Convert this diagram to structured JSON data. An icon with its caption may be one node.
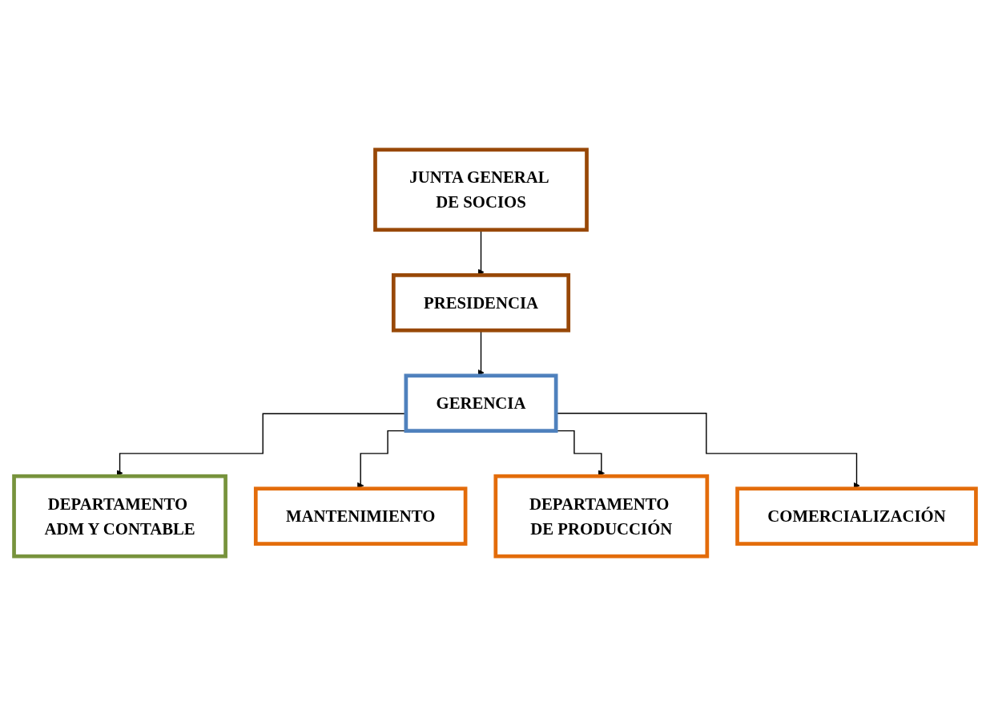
{
  "diagram": {
    "nodes": [
      {
        "text": [
          "JUNTA GENERAL DE SOCIOS"
        ]
      },
      {
        "text": [
          "PRESIDENCIA"
        ]
      },
      {
        "text": [
          "GERENCIA"
        ]
      },
      {
        "text": [
          "DEPARTAMENTO ADM Y CONTABLE"
        ]
      },
      {
        "text": [
          "MANTENIMIENTO"
        ]
      },
      {
        "text": [
          "DEPARTAMENTO DE PRODUCCIÓN"
        ]
      },
      {
        "text": [
          "COMERCIALIZACIÓN"
        ]
      }
    ],
    "edges": [
      {
        "from": 0,
        "to": 1,
        "arrow": "to"
      },
      {
        "from": 1,
        "to": 2,
        "arrow": "to"
      },
      {
        "from": 2,
        "to": 3,
        "arrow": "to"
      },
      {
        "from": 2,
        "to": 4,
        "arrow": "to"
      },
      {
        "from": 2,
        "to": 5,
        "arrow": "to"
      },
      {
        "from": 2,
        "to": 6,
        "arrow": "to"
      }
    ]
  }
}
